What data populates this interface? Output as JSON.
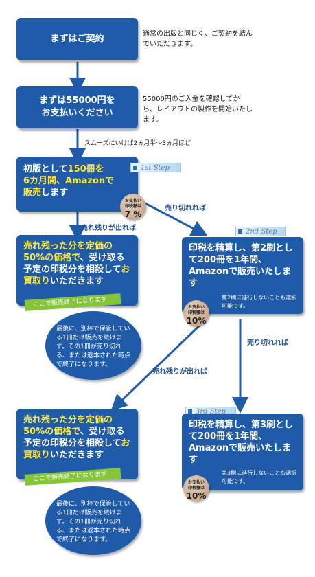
{
  "colors": {
    "box": "#1f5ba8",
    "highlight": "#ffe93b",
    "green": "#86c43a",
    "label": "#1f4f96"
  },
  "step1": {
    "box": "まずはご契約",
    "note": "通常の出版と同じく、ご契約を結んでいただきます。"
  },
  "step2": {
    "box_line1": "まずは55000円を",
    "box_line2": "お支払いください",
    "note": "55000円のご入金を確認してから、レイアウトの製作を開始いたします。",
    "timing": "スムーズにいけば2ヵ月半〜3ヵ月ほど"
  },
  "step3": {
    "tag": "1st Step",
    "p1": "初版として",
    "h1": "150冊を",
    "h2": "6カ月間、Amazonで",
    "p2": "販売",
    "p3": "します",
    "seal_top": "お支払い",
    "seal_mid": "印税額は",
    "seal_val": "7 %"
  },
  "labels": {
    "sold_out_1": "売り切れれば",
    "left_over_1": "売れ残りが出れば",
    "sold_out_2": "売り切れれば",
    "left_over_2": "売れ残りが出れば"
  },
  "buyback_1": {
    "y1": "売れ残った分を定価の",
    "y2": "50%の価格で",
    "w1": "、受け取る予定の印税分を相殺して",
    "y3": "お買取り",
    "w2": "いただきます",
    "ribbon": "ここで販売終了になります",
    "oval": "最後に、別枠で保管している1冊だけ販売を続けます。その1冊が売り切れる、または返本された時点で終了になります。"
  },
  "step4": {
    "tag": "2nd Step",
    "text": "印税を精算し、第2刷として200冊を1年間、Amazonで販売いたします",
    "sub": "第2刷に進行しないことも選択可能です。",
    "seal_top": "お支払い",
    "seal_mid": "印税額は",
    "seal_val": "10%"
  },
  "buyback_2": {
    "y1": "売れ残った分を定価の",
    "y2": "50%の価格で",
    "w1": "、受け取る予定の印税分を相殺して",
    "y3": "お買取り",
    "w2": "いただきます",
    "ribbon": "ここで販売終了になります",
    "oval": "最後に、別枠で保管している1冊だけ販売を続けます。その1冊が売り切れる、または返本された時点で終了になります。"
  },
  "step5": {
    "tag": "3rd Step",
    "text": "印税を精算し、第3刷として200冊を1年間、Amazonで販売いたします",
    "sub": "第3刷に進行しないことも選択可能です。",
    "seal_top": "お支払い",
    "seal_mid": "印税額は",
    "seal_val": "10%"
  }
}
